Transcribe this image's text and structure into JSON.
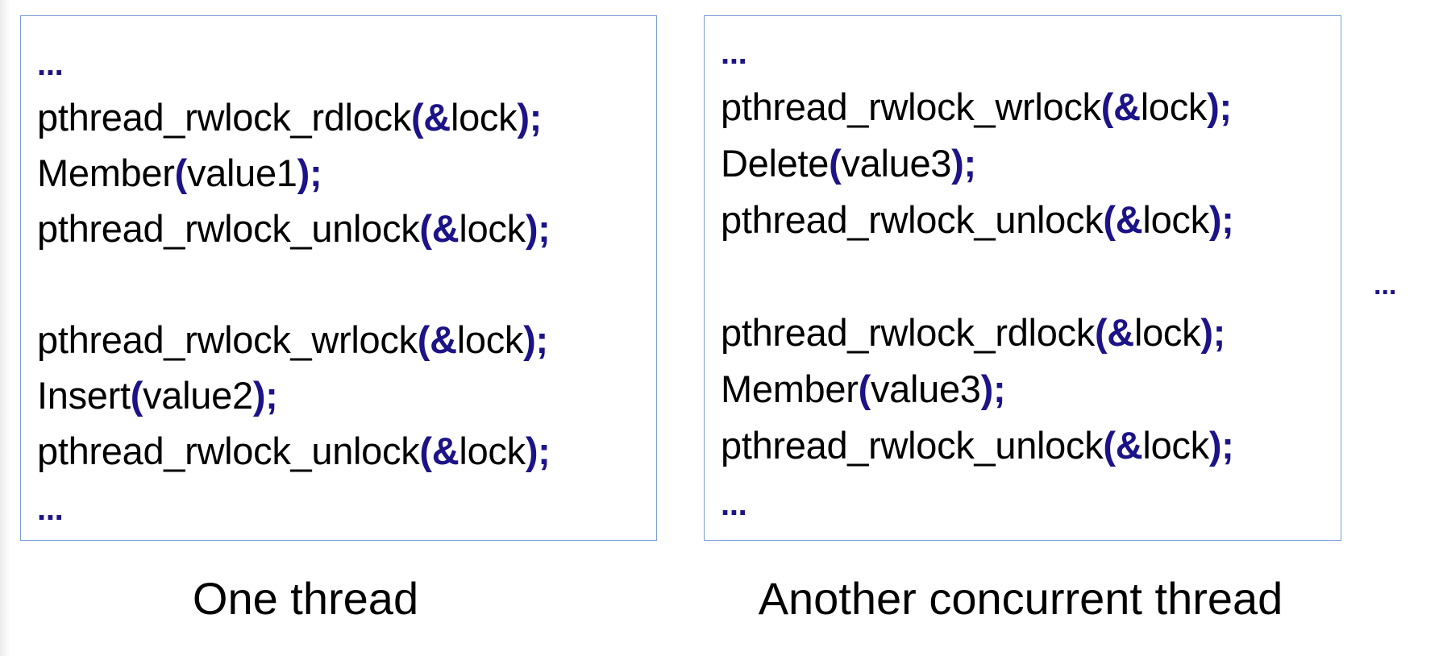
{
  "colors": {
    "accent": "#1c1388",
    "border": "#7a9ddc"
  },
  "threads": [
    {
      "caption": "One thread",
      "lines": [
        [
          {
            "t": "...",
            "s": "dots"
          }
        ],
        [
          {
            "t": "pthread_rwlock_rdlock",
            "s": ""
          },
          {
            "t": "(&",
            "s": "hl"
          },
          {
            "t": "lock",
            "s": ""
          },
          {
            "t": ");",
            "s": "hl"
          }
        ],
        [
          {
            "t": "Member",
            "s": ""
          },
          {
            "t": "(",
            "s": "hl"
          },
          {
            "t": "value1",
            "s": ""
          },
          {
            "t": ");",
            "s": "hl"
          }
        ],
        [
          {
            "t": "pthread_rwlock_unlock",
            "s": ""
          },
          {
            "t": "(&",
            "s": "hl"
          },
          {
            "t": "lock",
            "s": ""
          },
          {
            "t": ");",
            "s": "hl"
          }
        ],
        [],
        [
          {
            "t": "pthread_rwlock_wrlock",
            "s": ""
          },
          {
            "t": "(&",
            "s": "hl"
          },
          {
            "t": "lock",
            "s": ""
          },
          {
            "t": ");",
            "s": "hl"
          }
        ],
        [
          {
            "t": "Insert",
            "s": ""
          },
          {
            "t": "(",
            "s": "hl"
          },
          {
            "t": "value2",
            "s": ""
          },
          {
            "t": ");",
            "s": "hl"
          }
        ],
        [
          {
            "t": "pthread_rwlock_unlock",
            "s": ""
          },
          {
            "t": "(&",
            "s": "hl"
          },
          {
            "t": "lock",
            "s": ""
          },
          {
            "t": ");",
            "s": "hl"
          }
        ],
        [
          {
            "t": "...",
            "s": "dots"
          }
        ]
      ]
    },
    {
      "caption": "Another concurrent thread",
      "lines": [
        [
          {
            "t": "...",
            "s": "dots"
          }
        ],
        [
          {
            "t": "pthread_rwlock_wrlock",
            "s": ""
          },
          {
            "t": "(&",
            "s": "hl"
          },
          {
            "t": "lock",
            "s": ""
          },
          {
            "t": ");",
            "s": "hl"
          }
        ],
        [
          {
            "t": "Delete",
            "s": ""
          },
          {
            "t": "(",
            "s": "hl"
          },
          {
            "t": "value3",
            "s": ""
          },
          {
            "t": ");",
            "s": "hl"
          }
        ],
        [
          {
            "t": "pthread_rwlock_unlock",
            "s": ""
          },
          {
            "t": "(&",
            "s": "hl"
          },
          {
            "t": "lock",
            "s": ""
          },
          {
            "t": ");",
            "s": "hl"
          }
        ],
        [],
        [
          {
            "t": "pthread_rwlock_rdlock",
            "s": ""
          },
          {
            "t": "(&",
            "s": "hl"
          },
          {
            "t": "lock",
            "s": ""
          },
          {
            "t": ");",
            "s": "hl"
          }
        ],
        [
          {
            "t": "Member",
            "s": ""
          },
          {
            "t": "(",
            "s": "hl"
          },
          {
            "t": "value3",
            "s": ""
          },
          {
            "t": ");",
            "s": "hl"
          }
        ],
        [
          {
            "t": "pthread_rwlock_unlock",
            "s": ""
          },
          {
            "t": "(&",
            "s": "hl"
          },
          {
            "t": "lock",
            "s": ""
          },
          {
            "t": ");",
            "s": "hl"
          }
        ],
        [
          {
            "t": "...",
            "s": "dots"
          }
        ]
      ]
    }
  ],
  "more_threads": "..."
}
